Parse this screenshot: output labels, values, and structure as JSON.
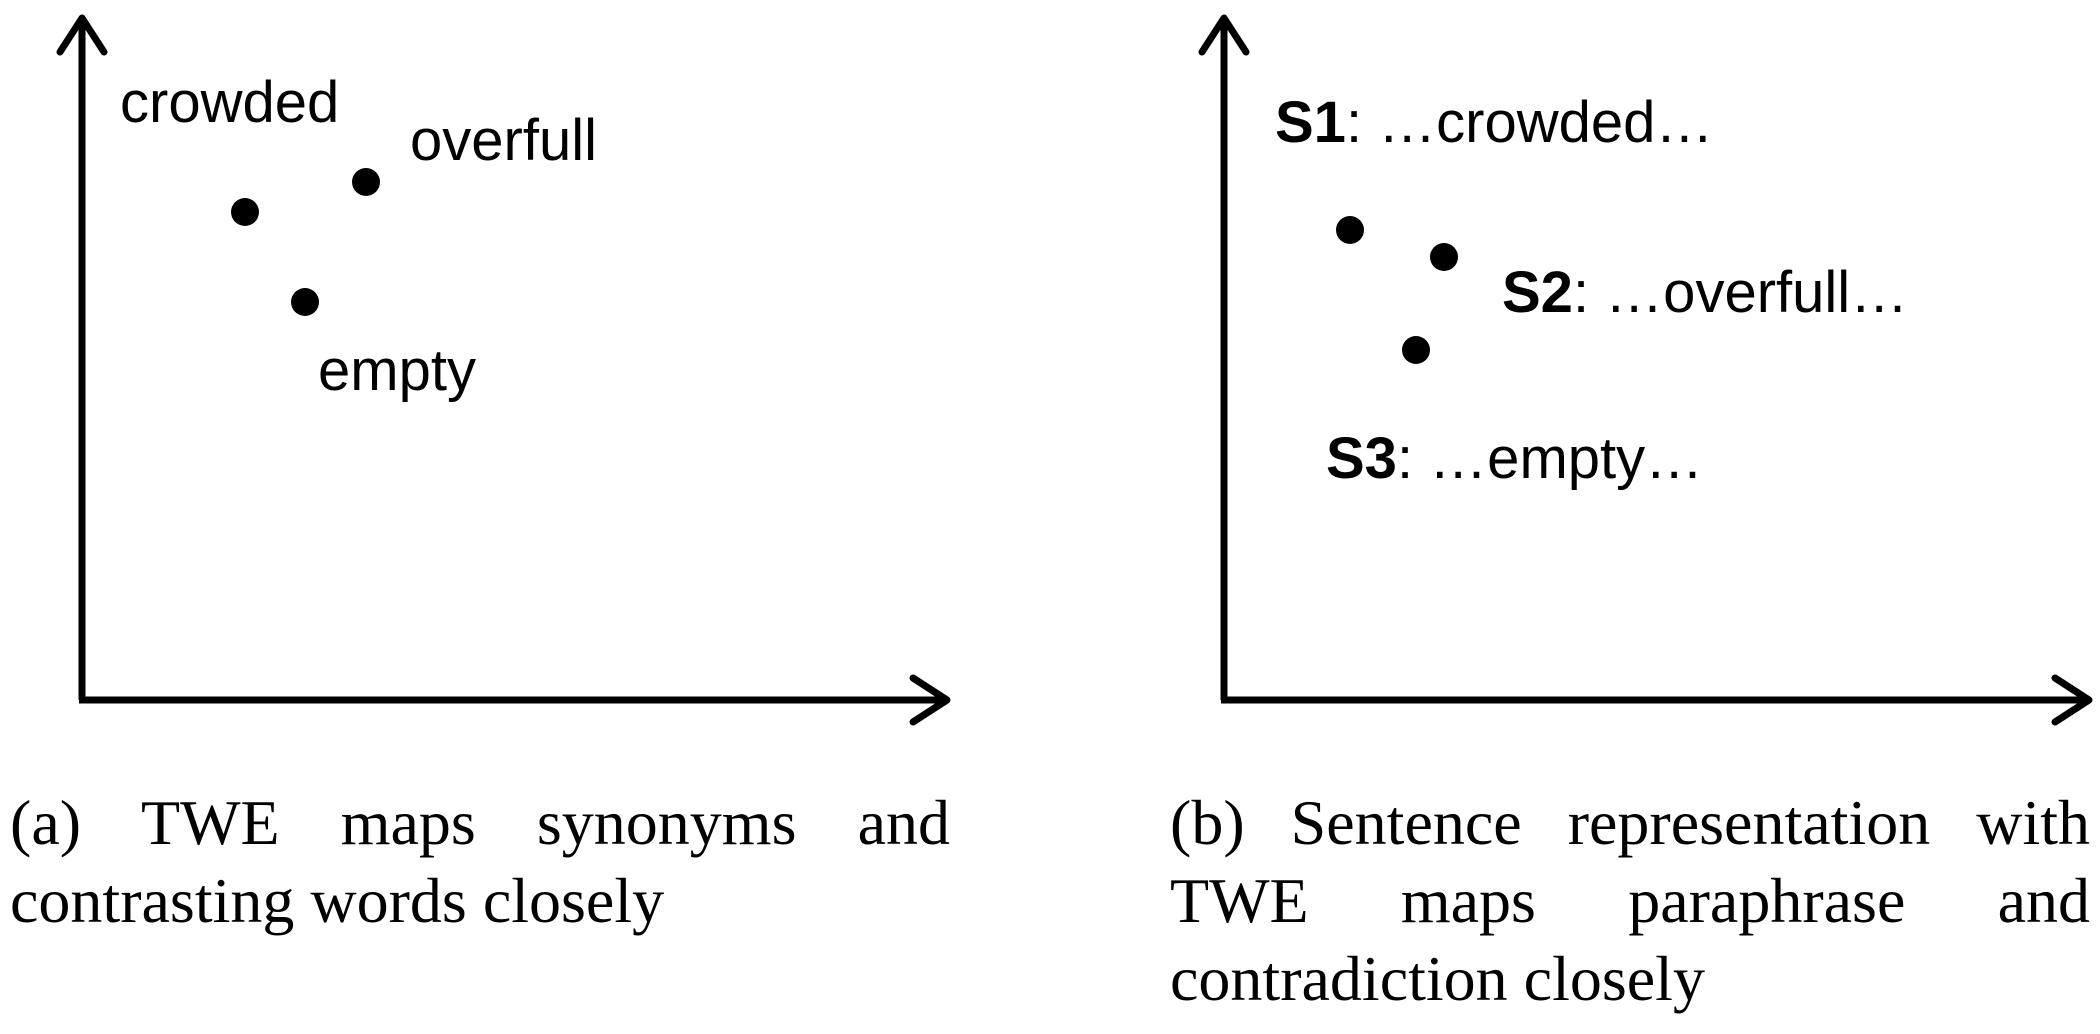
{
  "panel_a": {
    "points": [
      {
        "word": "crowded"
      },
      {
        "word": "overfull"
      },
      {
        "word": "empty"
      }
    ],
    "caption": "(a) TWE maps synonyms and contrasting words closely"
  },
  "panel_b": {
    "points": [
      {
        "id": "S1",
        "text": ": …crowded…"
      },
      {
        "id": "S2",
        "text": ": …overfull…"
      },
      {
        "id": "S3",
        "text": ": …empty…"
      }
    ],
    "caption": "(b) Sentence representation with TWE maps paraphrase and contradiction closely"
  }
}
